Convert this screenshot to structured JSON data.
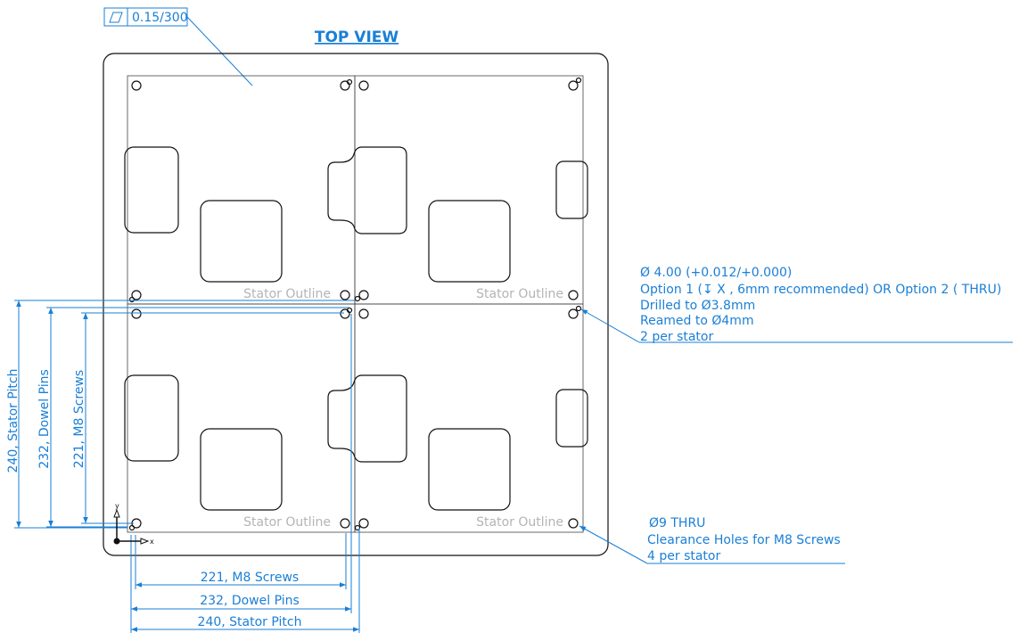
{
  "title": "TOP VIEW",
  "flatness_callout": {
    "symbol": "▱",
    "tolerance": "0.15/300"
  },
  "stator_outline_label": "Stator Outline",
  "dowel_note": {
    "line1": "Ø 4.00 (+0.012/+0.000)",
    "line2": "Option 1 (↧ X , 6mm recommended) OR Option 2 ( THRU)",
    "line3": "Drilled to Ø3.8mm",
    "line4": "Reamed to Ø4mm",
    "line5": "2 per stator"
  },
  "screw_note": {
    "line1": "Ø9 THRU",
    "line2": "Clearance Holes for M8 Screws",
    "line3": "4 per stator"
  },
  "dimensions": {
    "h_screws": "221, M8 Screws",
    "h_dowels": "232, Dowel Pins",
    "h_pitch": "240, Stator Pitch",
    "v_screws": "221, M8 Screws",
    "v_dowels": "232, Dowel Pins",
    "v_pitch": "240, Stator Pitch"
  },
  "axis_labels": {
    "x": "x",
    "y": "y"
  }
}
